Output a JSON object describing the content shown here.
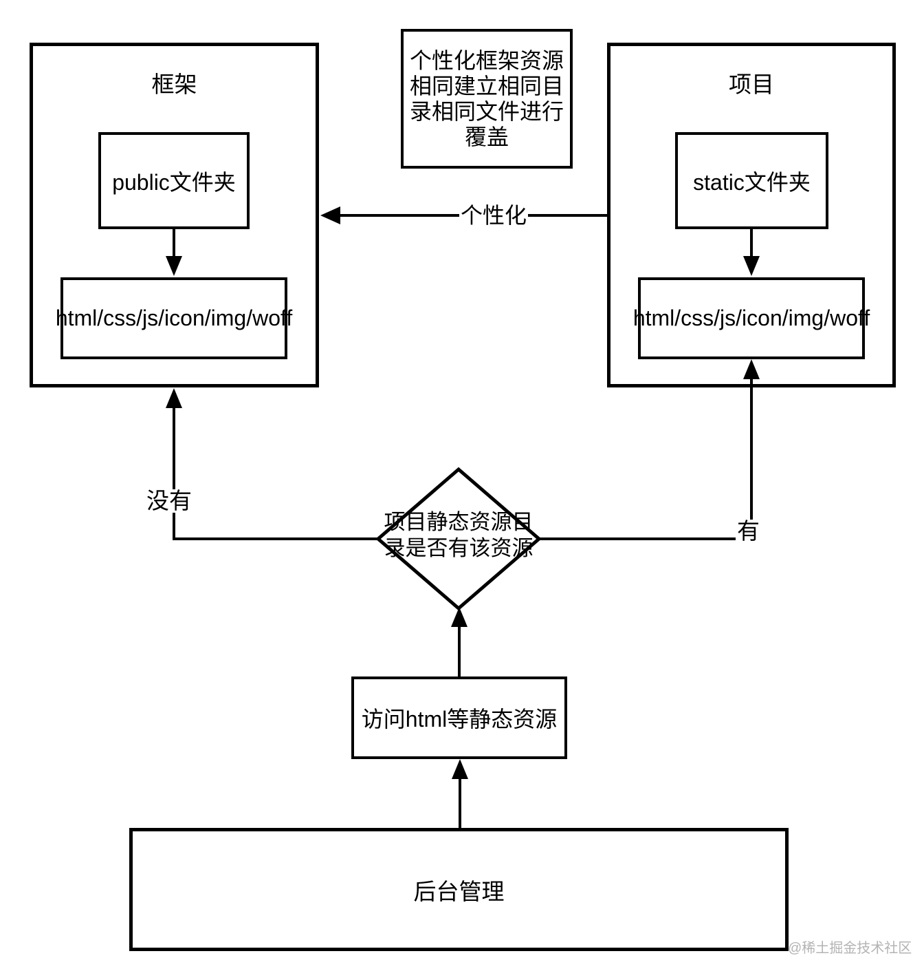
{
  "page": {
    "background": "#ffffff",
    "ink": "#000000"
  },
  "diagram": {
    "framework": {
      "title": "框架",
      "folder": "public文件夹",
      "assets": "html/css/js/icon/img/woff"
    },
    "project": {
      "title": "项目",
      "folder": "static文件夹",
      "assets": "html/css/js/icon/img/woff"
    },
    "note": "个性化框架资源\n相同建立相同目\n录相同文件进行\n覆盖",
    "decision": "项目静态资源目\n录是否有该资源",
    "access": "访问html等静态资源",
    "admin": "后台管理",
    "edge_labels": {
      "personalize": "个性化",
      "no": "没有",
      "yes": "有"
    },
    "watermark": {
      "text": "@稀土掘金技术社区",
      "color": "#b3b3b3"
    }
  }
}
